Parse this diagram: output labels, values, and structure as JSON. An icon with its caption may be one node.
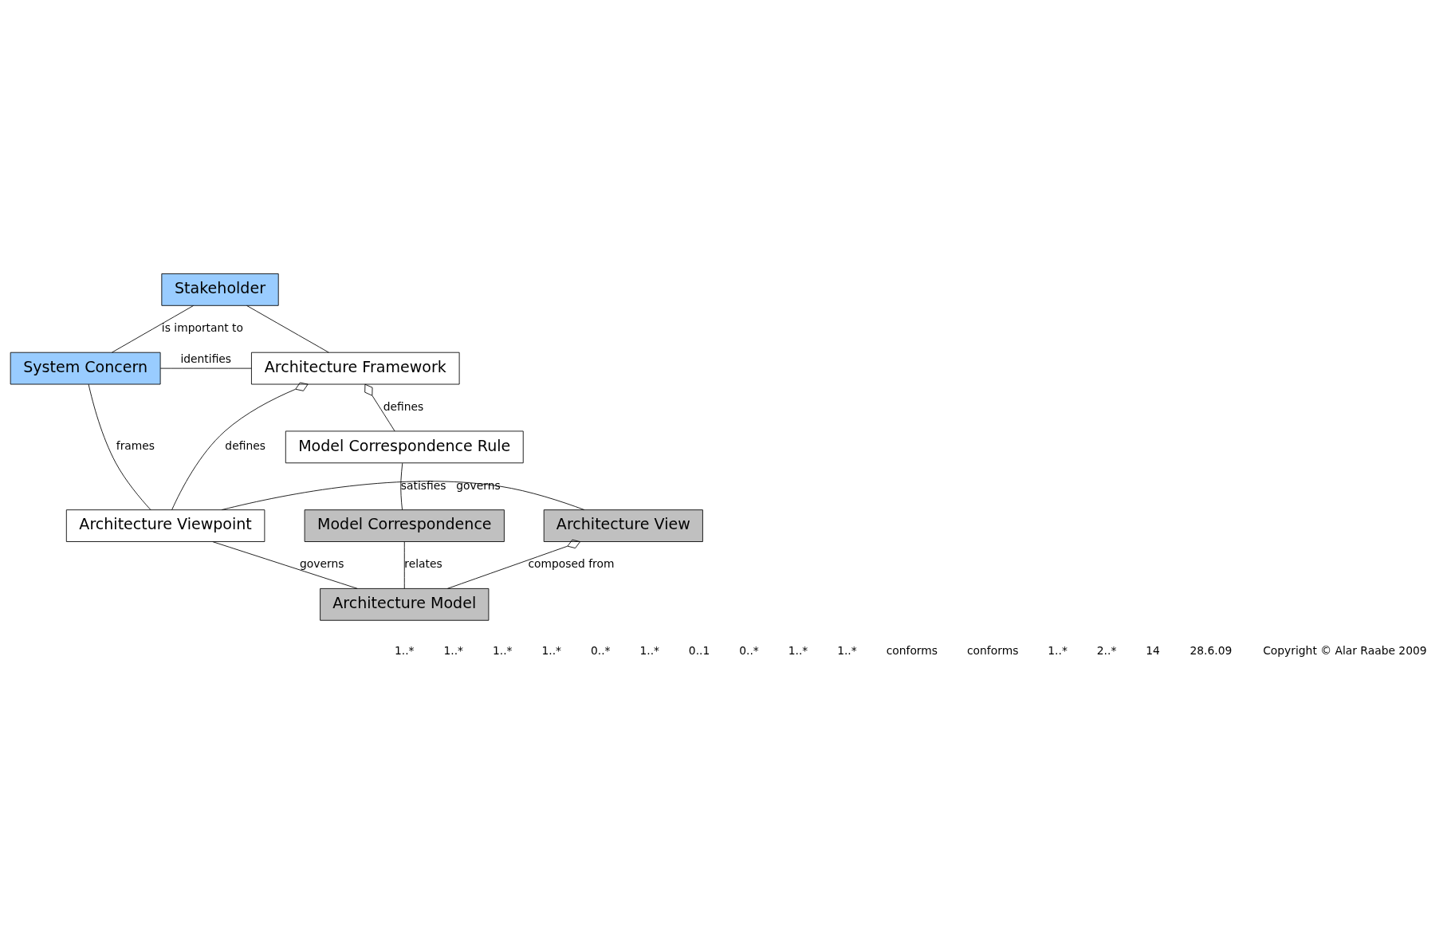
{
  "diagram": {
    "nodes": [
      {
        "text": [
          "Stakeholder"
        ]
      },
      {
        "text": [
          "Architecture Framework"
        ]
      },
      {
        "text": [
          "System Concern"
        ]
      },
      {
        "text": [
          "Model Correspondence Rule"
        ]
      },
      {
        "text": [
          "Architecture Viewpoint"
        ]
      },
      {
        "text": [
          "Architecture View"
        ]
      },
      {
        "text": [
          "Model Correspondence"
        ]
      },
      {
        "text": [
          "Architecture Model"
        ]
      }
    ],
    "edges": [
      {
        "from": 0,
        "to": 2,
        "arrow": "none",
        "label": "is important to"
      },
      {
        "from": 0,
        "to": 1,
        "arrow": "none"
      },
      {
        "from": 2,
        "to": 1,
        "arrow": "none",
        "label": "identifies"
      },
      {
        "from": 1,
        "to": 4,
        "arrow": "other",
        "label": "defines"
      },
      {
        "from": 1,
        "to": 3,
        "arrow": "other",
        "label": "defines"
      },
      {
        "from": 2,
        "to": 4,
        "arrow": "none",
        "label": "frames"
      },
      {
        "from": 4,
        "to": 5,
        "arrow": "none",
        "label": "governs"
      },
      {
        "from": 3,
        "to": 6,
        "arrow": "none",
        "label": "satisfies"
      },
      {
        "from": 5,
        "to": 7,
        "arrow": "other",
        "label": "composed from"
      },
      {
        "from": 4,
        "to": 7,
        "arrow": "none",
        "label": "governs"
      },
      {
        "from": 6,
        "to": 7,
        "arrow": "none",
        "label": "relates"
      }
    ],
    "labels": [
      "1..*",
      "1..*",
      "1..*",
      "1..*",
      "0..*",
      "1..*",
      "0..1",
      "0..*",
      "1..*",
      "1..*",
      "conforms",
      "conforms",
      "1..*",
      "2..*",
      "14",
      "28.6.09",
      "Copyright © Alar Raabe 2009"
    ]
  }
}
